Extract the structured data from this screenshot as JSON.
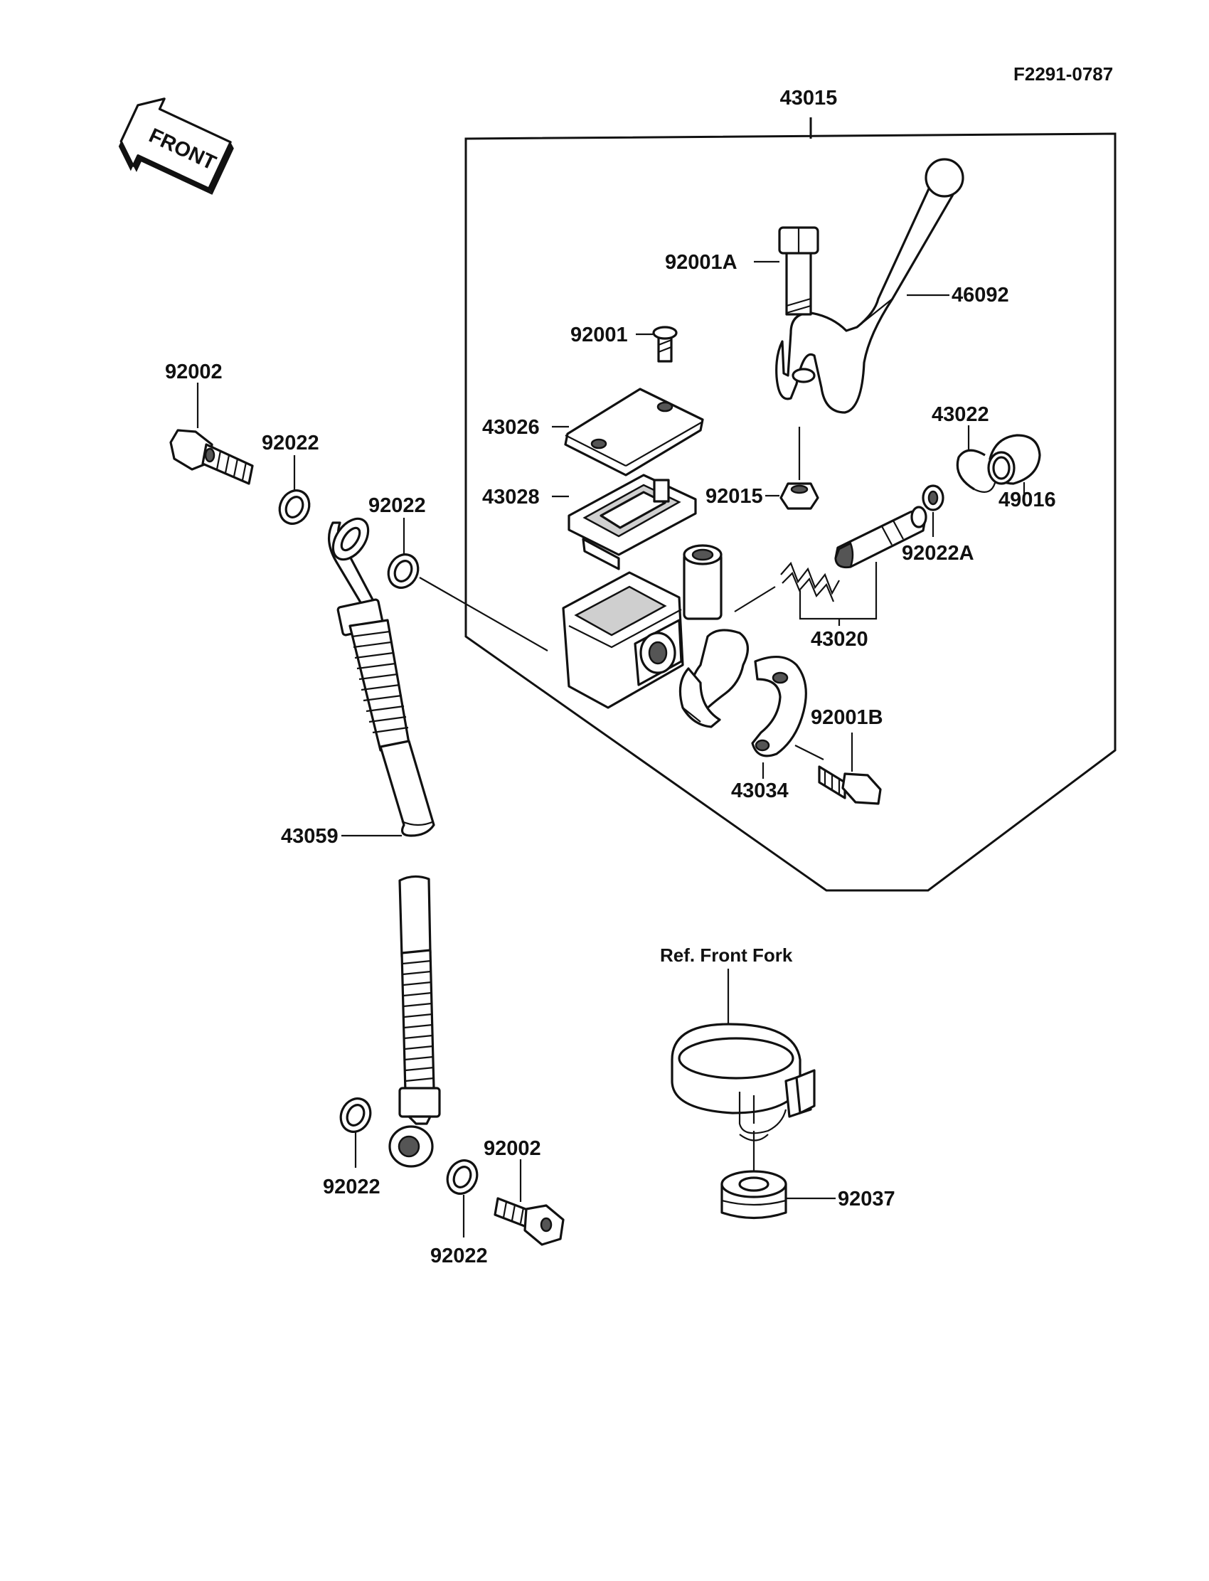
{
  "diagram_code": "F2291-0787",
  "front_arrow_label": "FRONT",
  "ref_label": "Ref. Front Fork",
  "labels": {
    "assy": "43015",
    "lever": "46092",
    "bolt_a": "92001A",
    "screw": "92001",
    "nut": "92015",
    "cap": "43026",
    "diaphragm": "43028",
    "circlip": "43022",
    "boot": "49016",
    "washer_a": "92022A",
    "piston_kit": "43020",
    "bolt_b": "92001B",
    "holder": "43034",
    "hose": "43059",
    "banjo_top": "92002",
    "gasket_top1": "92022",
    "gasket_top2": "92022",
    "gasket_bot1": "92022",
    "banjo_bot": "92002",
    "gasket_bot2": "92022",
    "grommet": "92037"
  },
  "colors": {
    "ink": "#111111",
    "paper": "#ffffff"
  }
}
